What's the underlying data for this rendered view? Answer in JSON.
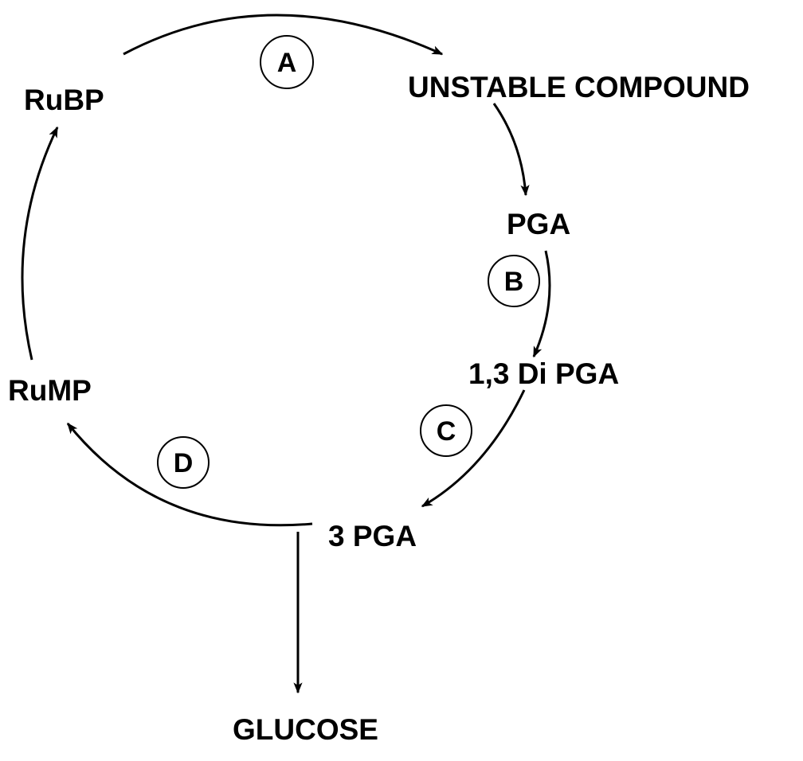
{
  "nodes": {
    "rubp": "RuBP",
    "unstable": "UNSTABLE COMPOUND",
    "pga": "PGA",
    "di_pga": "1,3 Di PGA",
    "three_pga": "3 PGA",
    "rump": "RuMP",
    "glucose": "GLUCOSE"
  },
  "steps": {
    "a": "A",
    "b": "B",
    "c": "C",
    "d": "D"
  }
}
